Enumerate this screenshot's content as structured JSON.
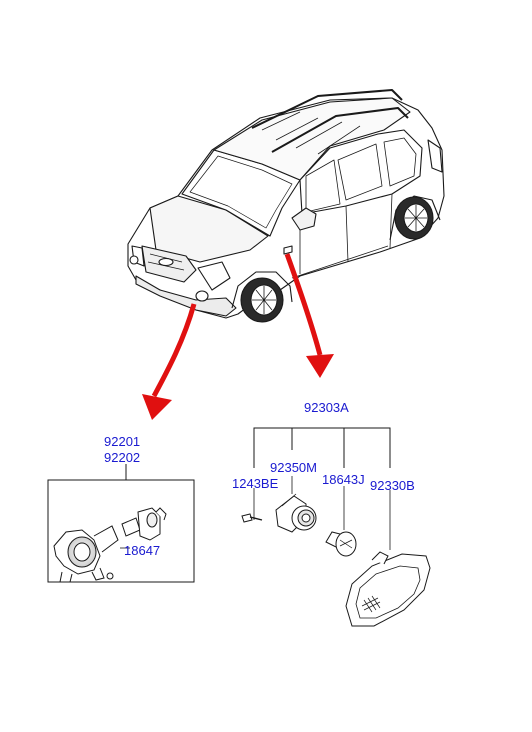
{
  "diagram": {
    "labels": {
      "fog_lamp_set_1": "92201",
      "fog_lamp_set_2": "92202",
      "fog_bulb": "18647",
      "side_repeater_set": "92303A",
      "socket": "92350M",
      "screw": "1243BE",
      "repeater_bulb": "18643J",
      "repeater_lens": "92330B"
    },
    "colors": {
      "label": "#1a1ad0",
      "arrow": "#e01010",
      "line": "#1a1a1a"
    }
  }
}
